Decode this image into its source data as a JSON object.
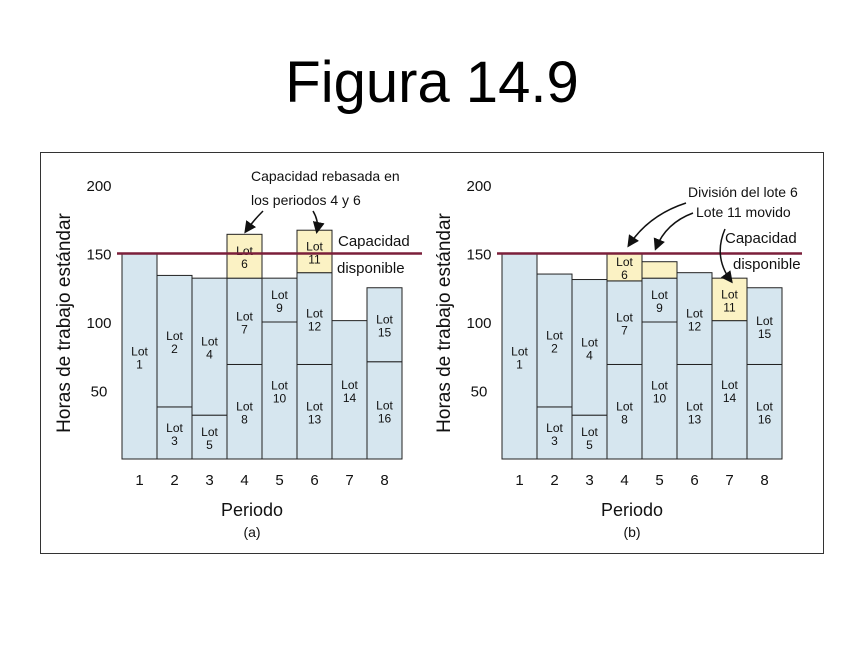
{
  "page": {
    "title": "Figura 14.9"
  },
  "colors": {
    "lot_fill": "#d6e6ef",
    "overload_fill": "#fbf2c4",
    "capacity_line": "#7b1f3a",
    "outline": "#222222"
  },
  "chart_data": [
    {
      "type": "bar",
      "stacked": true,
      "panel_label": "(a)",
      "xlabel": "Periodo",
      "ylabel": "Horas de trabajo estándar",
      "ylim": [
        0,
        200
      ],
      "yticks": [
        "200",
        "150",
        "100",
        "50"
      ],
      "categories": [
        "1",
        "2",
        "3",
        "4",
        "5",
        "6",
        "7",
        "8"
      ],
      "capacity": 150,
      "capacity_label": [
        "Capacidad",
        "disponible"
      ],
      "annotation": [
        "Capacidad rebasada en",
        "los periodos 4 y 6"
      ],
      "stacks": [
        [
          {
            "lot": [
              "Lot",
              "1"
            ],
            "from": 0,
            "to": 150,
            "over": false
          }
        ],
        [
          {
            "lot": [
              "Lot",
              "3"
            ],
            "from": 0,
            "to": 38,
            "over": false
          },
          {
            "lot": [
              "Lot",
              "2"
            ],
            "from": 38,
            "to": 134,
            "over": false
          }
        ],
        [
          {
            "lot": [
              "Lot",
              "5"
            ],
            "from": 0,
            "to": 32,
            "over": false
          },
          {
            "lot": [
              "Lot",
              "4"
            ],
            "from": 32,
            "to": 132,
            "over": false
          }
        ],
        [
          {
            "lot": [
              "Lot",
              "8"
            ],
            "from": 0,
            "to": 69,
            "over": false
          },
          {
            "lot": [
              "Lot",
              "7"
            ],
            "from": 69,
            "to": 132,
            "over": false
          },
          {
            "lot": [
              "Lot",
              "6"
            ],
            "from": 132,
            "to": 164,
            "over": true
          }
        ],
        [
          {
            "lot": [
              "Lot",
              "10"
            ],
            "from": 0,
            "to": 100,
            "over": false
          },
          {
            "lot": [
              "Lot",
              "9"
            ],
            "from": 100,
            "to": 132,
            "over": false
          }
        ],
        [
          {
            "lot": [
              "Lot",
              "13"
            ],
            "from": 0,
            "to": 69,
            "over": false
          },
          {
            "lot": [
              "Lot",
              "12"
            ],
            "from": 69,
            "to": 136,
            "over": false
          },
          {
            "lot": [
              "Lot",
              "11"
            ],
            "from": 136,
            "to": 167,
            "over": true
          }
        ],
        [
          {
            "lot": [
              "Lot",
              "14"
            ],
            "from": 0,
            "to": 101,
            "over": false
          }
        ],
        [
          {
            "lot": [
              "Lot",
              "16"
            ],
            "from": 0,
            "to": 71,
            "over": false
          },
          {
            "lot": [
              "Lot",
              "15"
            ],
            "from": 71,
            "to": 125,
            "over": false
          }
        ]
      ]
    },
    {
      "type": "bar",
      "stacked": true,
      "panel_label": "(b)",
      "xlabel": "Periodo",
      "ylabel": "Horas de trabajo estándar",
      "ylim": [
        0,
        200
      ],
      "yticks": [
        "200",
        "150",
        "100",
        "50"
      ],
      "categories": [
        "1",
        "2",
        "3",
        "4",
        "5",
        "6",
        "7",
        "8"
      ],
      "capacity": 150,
      "capacity_label": [
        "Capacidad",
        "disponible"
      ],
      "annotation": [
        "División del lote 6",
        "Lote 11 movido"
      ],
      "stacks": [
        [
          {
            "lot": [
              "Lot",
              "1"
            ],
            "from": 0,
            "to": 150,
            "over": false
          }
        ],
        [
          {
            "lot": [
              "Lot",
              "3"
            ],
            "from": 0,
            "to": 38,
            "over": false
          },
          {
            "lot": [
              "Lot",
              "2"
            ],
            "from": 38,
            "to": 135,
            "over": false
          }
        ],
        [
          {
            "lot": [
              "Lot",
              "5"
            ],
            "from": 0,
            "to": 32,
            "over": false
          },
          {
            "lot": [
              "Lot",
              "4"
            ],
            "from": 32,
            "to": 131,
            "over": false
          }
        ],
        [
          {
            "lot": [
              "Lot",
              "8"
            ],
            "from": 0,
            "to": 69,
            "over": false
          },
          {
            "lot": [
              "Lot",
              "7"
            ],
            "from": 69,
            "to": 130,
            "over": false
          },
          {
            "lot": [
              "Lot",
              "6"
            ],
            "from": 130,
            "to": 150,
            "over": true
          }
        ],
        [
          {
            "lot": [
              "Lot",
              "10"
            ],
            "from": 0,
            "to": 100,
            "over": false
          },
          {
            "lot": [
              "Lot",
              "9"
            ],
            "from": 100,
            "to": 132,
            "over": false
          },
          {
            "lot": [],
            "from": 132,
            "to": 144,
            "over": true
          }
        ],
        [
          {
            "lot": [
              "Lot",
              "13"
            ],
            "from": 0,
            "to": 69,
            "over": false
          },
          {
            "lot": [
              "Lot",
              "12"
            ],
            "from": 69,
            "to": 136,
            "over": false
          }
        ],
        [
          {
            "lot": [
              "Lot",
              "14"
            ],
            "from": 0,
            "to": 101,
            "over": false
          },
          {
            "lot": [
              "Lot",
              "11"
            ],
            "from": 101,
            "to": 132,
            "over": true
          }
        ],
        [
          {
            "lot": [
              "Lot",
              "16"
            ],
            "from": 0,
            "to": 69,
            "over": false
          },
          {
            "lot": [
              "Lot",
              "15"
            ],
            "from": 69,
            "to": 125,
            "over": false
          }
        ]
      ]
    }
  ]
}
